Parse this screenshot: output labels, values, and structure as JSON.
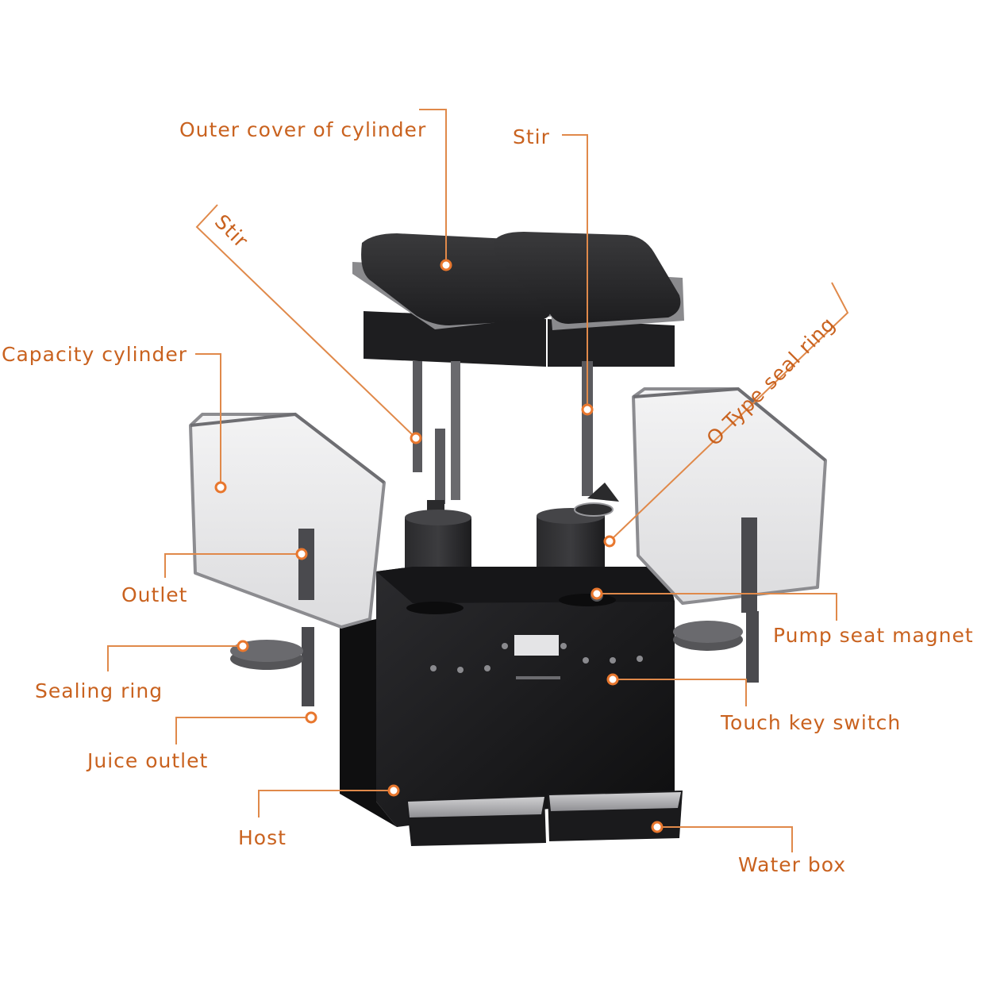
{
  "colors": {
    "label": "#c9621f",
    "leader_line": "#e0894a",
    "marker_dot": "#e8772e",
    "machine_body": "#1f1f21",
    "tank_fill": "#e9e9ea",
    "tank_edge": "#8c8c90"
  },
  "labels": {
    "outer_cover": "Outer cover of cylinder",
    "stir_right": "Stir",
    "stir_left": "Stir",
    "capacity_cylinder": "Capacity cylinder",
    "o_ring": "O Type seal ring",
    "outlet": "Outlet",
    "pump_seat_magnet": "Pump seat magnet",
    "sealing_ring": "Sealing ring",
    "touch_key_switch": "Touch key switch",
    "juice_outlet": "Juice outlet",
    "host": "Host",
    "water_box": "Water box"
  }
}
